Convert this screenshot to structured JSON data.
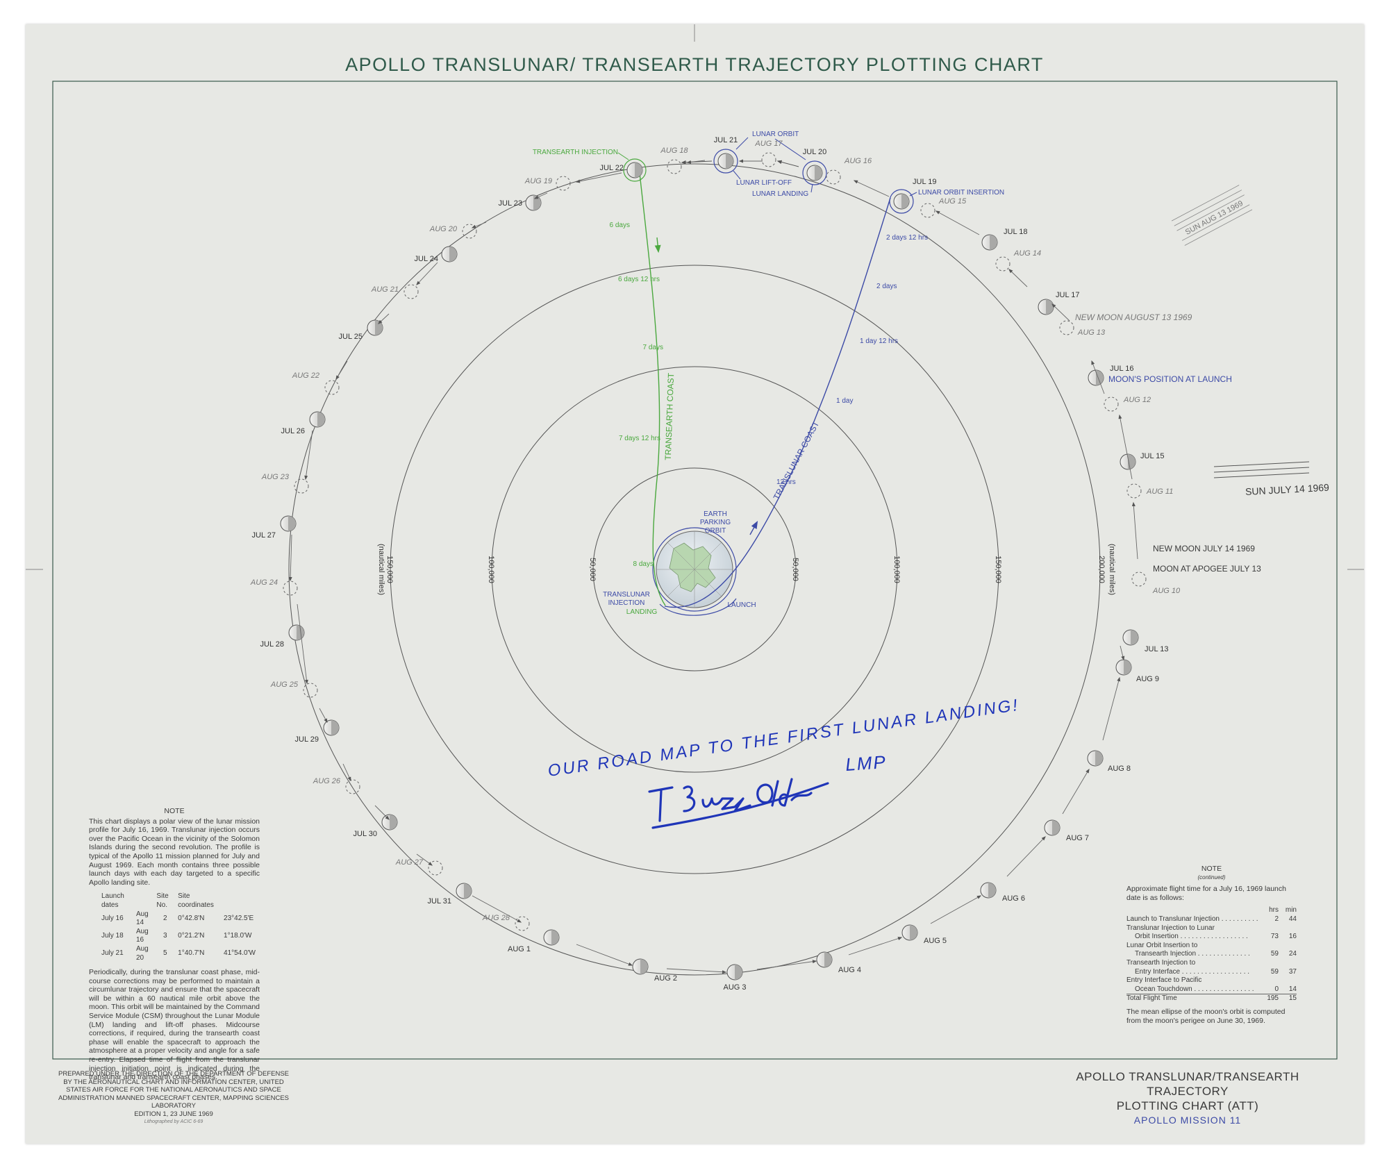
{
  "title": "APOLLO TRANSLUNAR/ TRANSEARTH TRAJECTORY PLOTTING CHART",
  "colors": {
    "paper": "#e7e8e4",
    "transearth": "#4aa83e",
    "translunar": "#3c4aa6",
    "ink": "#1f35b8",
    "grey_text": "#3a3a3a",
    "title": "#2f5a4a"
  },
  "range_rings": {
    "unit_label": "(nautical miles)",
    "rings": [
      {
        "label": "50,000"
      },
      {
        "label": "100,000"
      },
      {
        "label": "150,000"
      },
      {
        "label": "200,000"
      }
    ]
  },
  "earth": {
    "parking_orbit_label": "EARTH PARKING ORBIT",
    "launch_label": "LAUNCH",
    "tli_label": "TRANSLUNAR INJECTION",
    "landing_label": "LANDING"
  },
  "trajectories": {
    "translunar": {
      "label": "TRANSLUNAR COAST",
      "markers": [
        "12 hrs",
        "1 day",
        "1 day 12 hrs",
        "2 days",
        "2 days 12 hrs"
      ]
    },
    "transearth": {
      "label": "TRANSEARTH COAST",
      "markers": [
        "6 days",
        "6 days 12 hrs",
        "7 days",
        "7 days 12 hrs",
        "8 days"
      ]
    }
  },
  "lunar_events": {
    "transearth_injection": "TRANSEARTH INJECTION",
    "lunar_orbit": "LUNAR ORBIT",
    "lunar_lift_off": "LUNAR LIFT-OFF",
    "lunar_landing": "LUNAR LANDING",
    "lunar_orbit_insertion": "LUNAR ORBIT INSERTION"
  },
  "moon_positions": [
    {
      "label": "JUL 13"
    },
    {
      "label": "AUG 10"
    },
    {
      "label": "MOON AT APOGEE JULY 13"
    },
    {
      "label": "NEW MOON JULY 14 1969"
    },
    {
      "label": "AUG 11"
    },
    {
      "label": "JUL 15"
    },
    {
      "label": "AUG 12"
    },
    {
      "label": "JUL 16"
    },
    {
      "label": "AUG 13"
    },
    {
      "label": "JUL 17"
    },
    {
      "label": "AUG 14"
    },
    {
      "label": "JUL 18"
    },
    {
      "label": "AUG 15"
    },
    {
      "label": "JUL 19"
    },
    {
      "label": "AUG 16"
    },
    {
      "label": "JUL 20"
    },
    {
      "label": "AUG 17"
    },
    {
      "label": "JUL 21"
    },
    {
      "label": "AUG 18"
    },
    {
      "label": "JUL 22"
    },
    {
      "label": "AUG 19"
    },
    {
      "label": "JUL 23"
    },
    {
      "label": "AUG 20"
    },
    {
      "label": "JUL 24"
    },
    {
      "label": "AUG 21"
    },
    {
      "label": "JUL 25"
    },
    {
      "label": "AUG 22"
    },
    {
      "label": "JUL 26"
    },
    {
      "label": "AUG 23"
    },
    {
      "label": "JUL 27"
    },
    {
      "label": "AUG 24"
    },
    {
      "label": "JUL 28"
    },
    {
      "label": "AUG 25"
    },
    {
      "label": "JUL 29"
    },
    {
      "label": "AUG 26"
    },
    {
      "label": "JUL 30"
    },
    {
      "label": "AUG 27"
    },
    {
      "label": "JUL 31"
    },
    {
      "label": "AUG 28"
    },
    {
      "label": "AUG 1"
    },
    {
      "label": "AUG 2"
    },
    {
      "label": "AUG 3"
    },
    {
      "label": "AUG 4"
    },
    {
      "label": "AUG 5"
    },
    {
      "label": "AUG 6"
    },
    {
      "label": "AUG 7"
    },
    {
      "label": "AUG 8"
    },
    {
      "label": "AUG 9"
    }
  ],
  "annotations": {
    "moon_at_launch": "MOON'S POSITION AT LAUNCH",
    "new_moon_aug": "NEW MOON AUGUST 13 1969"
  },
  "stamps": {
    "jul14": "SUN JULY 14 1969",
    "aug13": "SUN AUG 13 1969"
  },
  "inscription": {
    "line1": "OUR ROAD MAP TO THE FIRST LUNAR LANDING!",
    "signature": "Buzz Aldrin",
    "role": "LMP"
  },
  "note_left": {
    "heading": "NOTE",
    "para1": "This chart displays a polar view of the lunar mission profile for July 16, 1969. Translunar injection occurs over the Pacific Ocean in the vicinity of the Solomon Islands during the second revolution. The profile is typical of the Apollo 11 mission planned for July and August 1969. Each month contains three possible launch days with each day targeted to a specific Apollo landing site.",
    "table_headers": [
      "Launch dates",
      "",
      "Site No.",
      "Site coordinates",
      ""
    ],
    "table_rows": [
      [
        "July 16",
        "Aug 14",
        "2",
        "0°42.8'N",
        "23°42.5'E"
      ],
      [
        "July 18",
        "Aug 16",
        "3",
        "0°21.2'N",
        "1°18.0'W"
      ],
      [
        "July 21",
        "Aug 20",
        "5",
        "1°40.7'N",
        "41°54.0'W"
      ]
    ],
    "para2": "Periodically, during the translunar coast phase, mid-course corrections may be performed to maintain a circumlunar trajectory and ensure that the spacecraft will be within a 60 nautical mile orbit above the moon. This orbit will be maintained by the Command Service Module (CSM) throughout the Lunar Module (LM) landing and lift-off phases. Midcourse corrections, if required, during the transearth coast phase will enable the spacecraft to approach the atmosphere at a proper velocity and angle for a safe re-entry. Elapsed time of flight from the translunar injection initiation point is indicated during the translunar and transearth coast phases."
  },
  "note_right": {
    "heading": "NOTE",
    "sub": "(continued)",
    "intro": "Approximate flight time for a July 16, 1969 launch date is as follows:",
    "col_hrs": "hrs",
    "col_min": "min",
    "rows": [
      {
        "label": "Launch to Translunar Injection . . . . . . . . . .",
        "hrs": "2",
        "min": "44"
      },
      {
        "label": "Translunar Injection to Lunar",
        "hrs": "",
        "min": ""
      },
      {
        "label": "Orbit Insertion . . . . . . . . . . . . . . . . . .",
        "hrs": "73",
        "min": "16"
      },
      {
        "label": "Lunar Orbit Insertion to",
        "hrs": "",
        "min": ""
      },
      {
        "label": "Transearth Injection . . . . . . . . . . . . . .",
        "hrs": "59",
        "min": "24"
      },
      {
        "label": "Transearth Injection to",
        "hrs": "",
        "min": ""
      },
      {
        "label": "Entry Interface . . . . . . . . . . . . . . . . . .",
        "hrs": "59",
        "min": "37"
      },
      {
        "label": "Entry Interface to Pacific",
        "hrs": "",
        "min": ""
      },
      {
        "label": "Ocean Touchdown . . . . . . . . . . . . . . . .",
        "hrs": "0",
        "min": "14"
      }
    ],
    "total_label": "Total Flight Time",
    "total_hrs": "195",
    "total_min": "15",
    "footer": "The mean ellipse of the moon's orbit is computed from the moon's perigee on June 30, 1969."
  },
  "prepared": {
    "text": "PREPARED UNDER THE DIRECTION OF THE DEPARTMENT OF DEFENSE BY THE AERONAUTICAL CHART AND INFORMATION CENTER, UNITED STATES AIR FORCE FOR THE NATIONAL AERONAUTICS AND SPACE ADMINISTRATION MANNED SPACECRAFT CENTER, MAPPING SCIENCES LABORATORY",
    "edition": "EDITION 1, 23 JUNE 1969",
    "litho": "Lithographed by ACIC 6-69"
  },
  "title_block": {
    "line1": "APOLLO TRANSLUNAR/TRANSEARTH TRAJECTORY",
    "line2": "PLOTTING CHART (ATT)",
    "mission": "APOLLO MISSION 11"
  }
}
